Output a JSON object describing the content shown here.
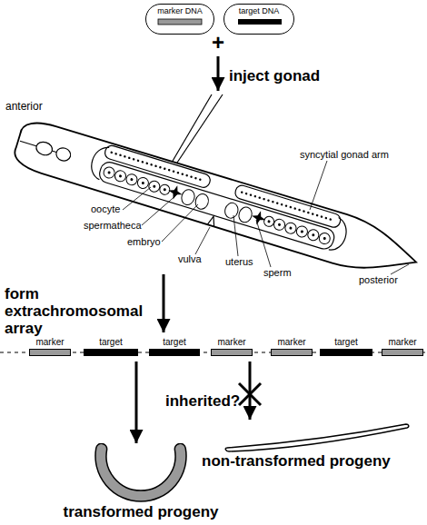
{
  "diagram": {
    "nodes": [
      {
        "text": [
          "marker DNA"
        ]
      },
      {
        "text": [
          "target DNA"
        ]
      },
      {
        "text": [
          "form extrachromosomal array"
        ]
      },
      {
        "text": [
          "marker"
        ],
        "in": 2
      },
      {
        "text": [
          "target"
        ],
        "in": 2
      },
      {
        "text": [
          "target"
        ],
        "in": 2
      },
      {
        "text": [
          "marker"
        ],
        "in": 2
      },
      {
        "text": [
          "marker"
        ],
        "in": 2
      },
      {
        "text": [
          "target"
        ],
        "in": 2
      },
      {
        "text": [
          "marker"
        ],
        "in": 2
      },
      {
        "text": [
          "transformed progeny"
        ]
      },
      {
        "text": [
          "non-transformed progeny"
        ]
      }
    ],
    "edges": [
      {
        "from": 2,
        "to": 10,
        "arrow": "to"
      },
      {
        "from": 2,
        "to": 11,
        "arrow": "to"
      }
    ],
    "labels": [
      "+",
      "inject gonad",
      "anterior",
      "oocyte",
      "spermatheca",
      "embryo",
      "vulva",
      "uterus",
      "sperm",
      "syncytial gonad arm",
      "posterior",
      "inherited?"
    ]
  }
}
